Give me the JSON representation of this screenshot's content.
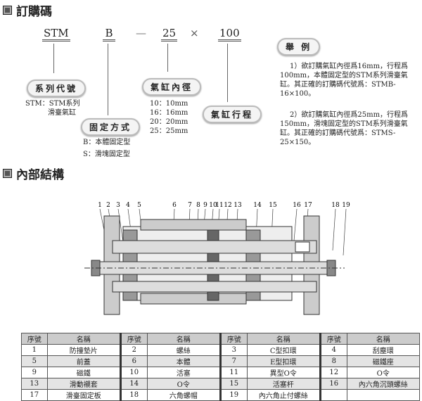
{
  "sections": {
    "order": "訂購碼",
    "structure": "內部結構"
  },
  "code": {
    "series": "STM",
    "mount": "B",
    "dash": "—",
    "bore": "25",
    "times": "×",
    "stroke": "100"
  },
  "tags": {
    "series": "系列代號",
    "mount": "固定方式",
    "bore": "氣缸內徑",
    "stroke": "氣缸行程",
    "example": "舉 例"
  },
  "series_desc": [
    "STM：STM系列",
    "滑臺氣缸"
  ],
  "mount_options": [
    "B：本體固定型",
    "S：滑塊固定型"
  ],
  "bore_options": [
    "10：10mm",
    "16：16mm",
    "20：20mm",
    "25：25mm"
  ],
  "examples": [
    "1）欲訂購氣缸內徑爲16mm，行程爲100mm，本體固定型的STM系列滑臺氣缸。其正確的訂購碼代號爲：STMB-16×100。",
    "2）欲訂購氣缸內徑爲25mm，行程爲150mm，滑塊固定型的STM系列滑臺氣缸。其正確的訂購碼代號爲：STMS-25×150。"
  ],
  "callouts": [
    "1",
    "2",
    "3",
    "4",
    "5",
    "6",
    "7",
    "8",
    "9",
    "10",
    "11",
    "12",
    "13",
    "14",
    "15",
    "16",
    "17",
    "18",
    "19"
  ],
  "table": {
    "headers": [
      "序號",
      "名稱",
      "序號",
      "名稱",
      "序號",
      "名稱",
      "序號",
      "名稱"
    ],
    "rows": [
      [
        "1",
        "防撞墊片",
        "2",
        "螺絲",
        "3",
        "C型扣環",
        "4",
        "刮塵環"
      ],
      [
        "5",
        "前蓋",
        "6",
        "本體",
        "7",
        "E型扣環",
        "8",
        "磁鐵座"
      ],
      [
        "9",
        "磁鐵",
        "10",
        "活塞",
        "11",
        "異型O令",
        "12",
        "O令"
      ],
      [
        "13",
        "滑動襯套",
        "14",
        "O令",
        "15",
        "活塞杆",
        "16",
        "內六角沉頭螺絲"
      ],
      [
        "17",
        "滑臺固定板",
        "18",
        "六角螺帽",
        "19",
        "內六角止付螺絲",
        "",
        ""
      ]
    ]
  }
}
